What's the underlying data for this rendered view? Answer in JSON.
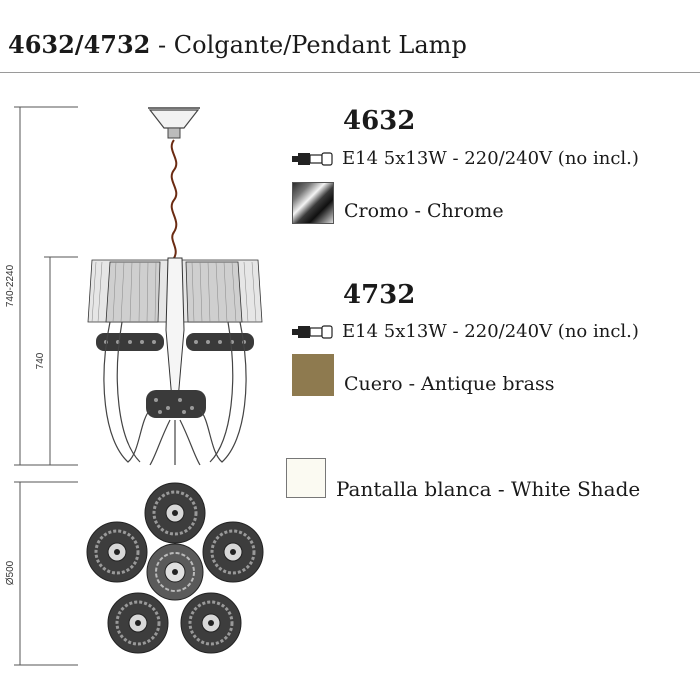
{
  "header": {
    "code": "4632/4732",
    "separator": "-",
    "name": "Colgante/Pendant Lamp"
  },
  "dimensions": {
    "total_height": "740-2240",
    "body_height": "740",
    "diameter": "Ø500"
  },
  "models": [
    {
      "code": "4632",
      "spec": "E14 5x13W - 220/240V (no incl.)",
      "finish": "Cromo - Chrome",
      "swatch_color": "#8a8a8a",
      "bulb_icon": "bulb-icon"
    },
    {
      "code": "4732",
      "spec": "E14 5x13W - 220/240V (no incl.)",
      "finish": "Cuero - Antique brass",
      "swatch_color": "#8e7a4f",
      "bulb_icon": "bulb-icon"
    }
  ],
  "shade": {
    "label": "Pantalla blanca - White Shade",
    "swatch_color": "#fbfaf2"
  }
}
